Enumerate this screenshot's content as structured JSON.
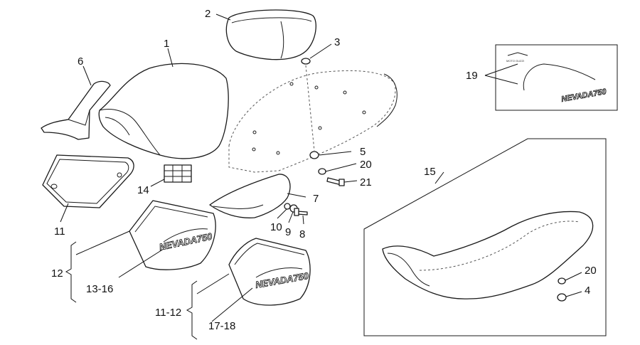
{
  "callouts": {
    "c1": "1",
    "c2": "2",
    "c3": "3",
    "c4": "4",
    "c5": "5",
    "c6": "6",
    "c7": "7",
    "c8": "8",
    "c9": "9",
    "c10": "10",
    "c11": "11",
    "c12": "12",
    "c13_16": "13-16",
    "c14": "14",
    "c15": "15",
    "c17_18": "17-18",
    "c11_12": "11-12",
    "c19": "19",
    "c20a": "20",
    "c20b": "20",
    "c21": "21"
  },
  "decals": {
    "model": "NEVADA750",
    "brand": "MOTO GUZZI"
  },
  "colors": {
    "line": "#1a1a1a",
    "background": "#ffffff"
  }
}
